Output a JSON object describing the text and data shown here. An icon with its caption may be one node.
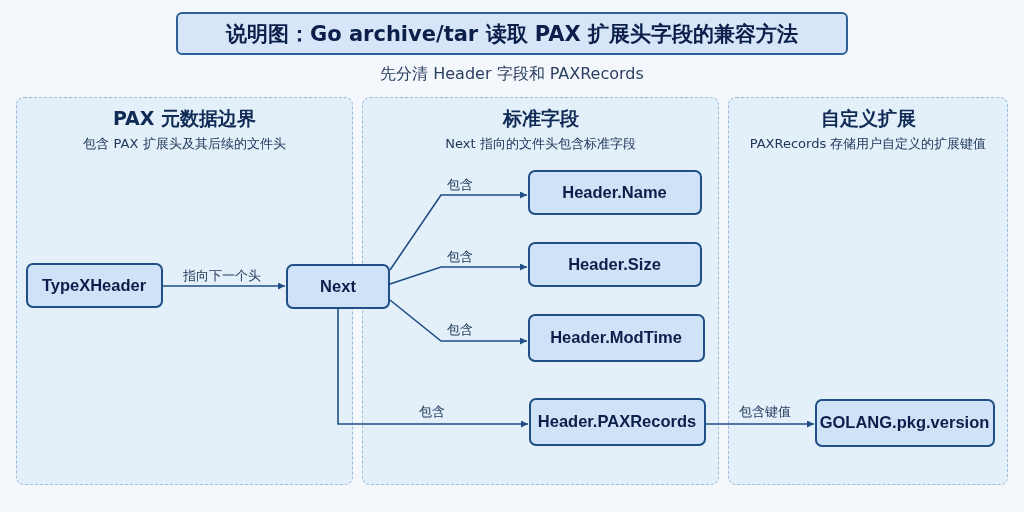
{
  "diagram": {
    "title": "说明图：Go archive/tar 读取 PAX 扩展头字段的兼容方法",
    "nodes": [
      {
        "text": [
          "PAX 元数据边界",
          "包含 PAX 扩展头及其后续的文件头"
        ]
      },
      {
        "text": [
          "标准字段",
          "Next 指向的文件头包含标准字段"
        ]
      },
      {
        "text": [
          "自定义扩展",
          "PAXRecords 存储用户自定义的扩展键值"
        ]
      },
      {
        "text": [
          "TypeXHeader"
        ],
        "in": 0
      },
      {
        "text": [
          "Next"
        ]
      },
      {
        "text": [
          "Header.Name"
        ],
        "in": 1
      },
      {
        "text": [
          "Header.Size"
        ],
        "in": 1
      },
      {
        "text": [
          "Header.ModTime"
        ],
        "in": 1
      },
      {
        "text": [
          "Header.PAXRecords"
        ],
        "in": 1
      },
      {
        "text": [
          "GOLANG.pkg.version"
        ],
        "in": 2
      }
    ],
    "edges": [
      {
        "from": 3,
        "to": 4,
        "arrow": "to",
        "label": "指向下一个头"
      },
      {
        "from": 4,
        "to": 5,
        "arrow": "to",
        "label": "包含"
      },
      {
        "from": 4,
        "to": 6,
        "arrow": "to",
        "label": "包含"
      },
      {
        "from": 4,
        "to": 7,
        "arrow": "to",
        "label": "包含"
      },
      {
        "from": 4,
        "to": 8,
        "arrow": "to",
        "label": "包含"
      },
      {
        "from": 8,
        "to": 9,
        "arrow": "to",
        "label": "包含键值"
      }
    ],
    "labels": [
      "先分清 Header 字段和 PAXRecords"
    ]
  }
}
